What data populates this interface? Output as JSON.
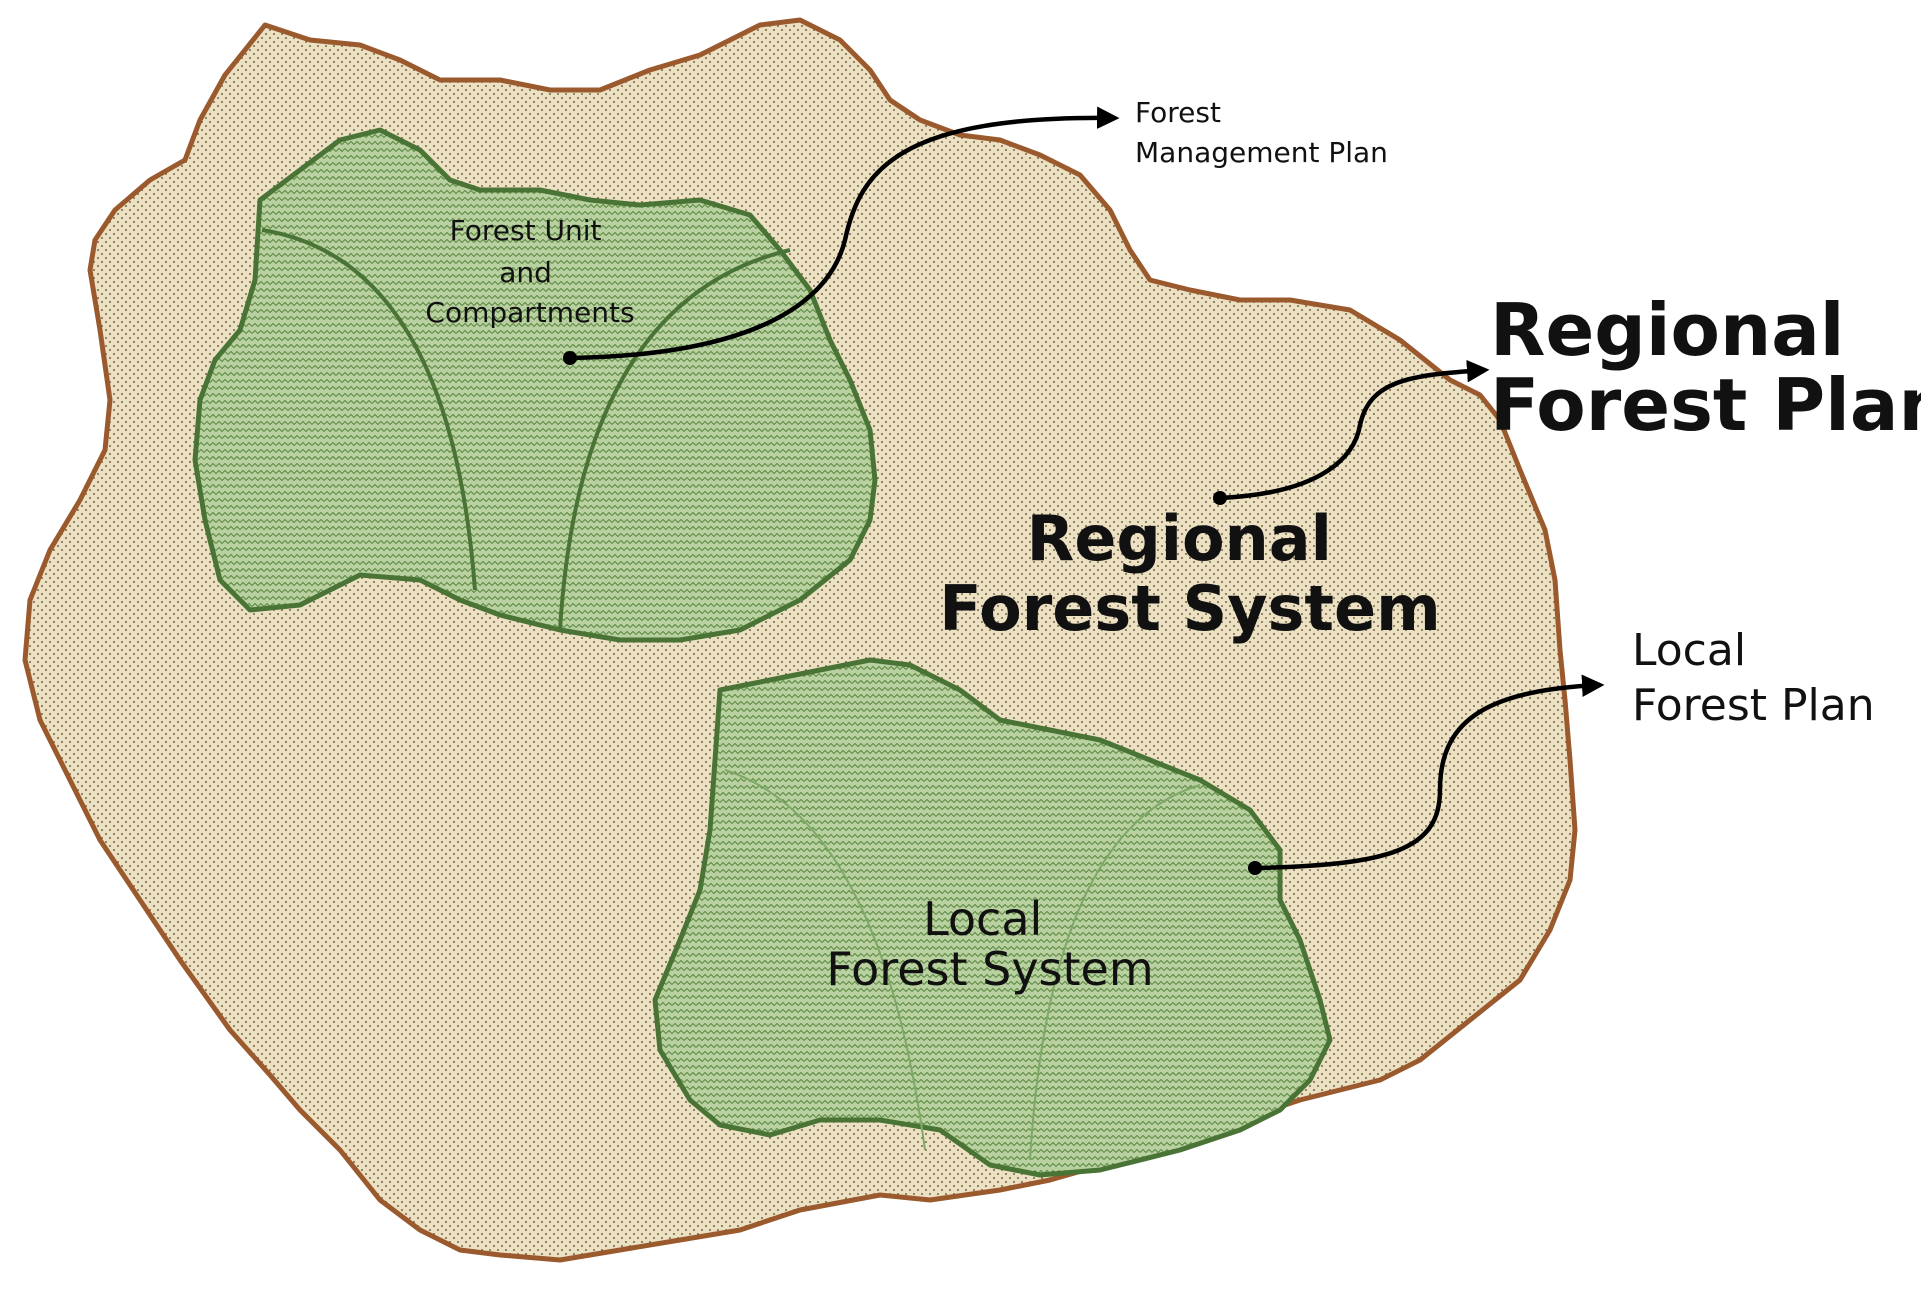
{
  "colors": {
    "regional_fill": "#ede1c4",
    "regional_stipple": "#7a6a4a",
    "regional_outline": "#9a5a2e",
    "local_fill": "#b9d1a0",
    "local_hatch": "#5d8a45",
    "local_outline": "#4a7436",
    "arrow": "#000000"
  },
  "labels": {
    "forest_unit": [
      "Forest Unit",
      "and",
      "Compartments"
    ],
    "forest_management_plan": [
      "Forest",
      "Management Plan"
    ],
    "regional_forest_system": [
      "Regional",
      "Forest System"
    ],
    "regional_forest_plan": [
      "Regional",
      "Forest Plan"
    ],
    "local_forest_system": [
      "Local",
      "Forest System"
    ],
    "local_forest_plan": [
      "Local",
      "Forest Plan"
    ]
  }
}
